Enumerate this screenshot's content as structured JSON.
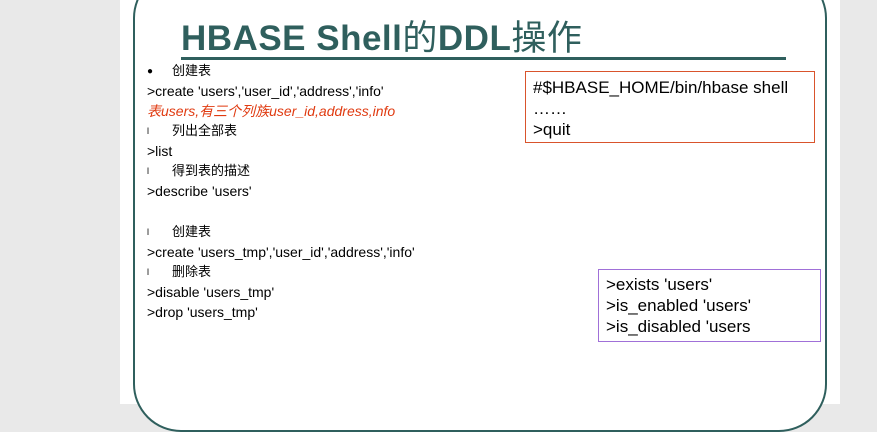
{
  "title": {
    "latin": "HBASE Shell",
    "cjk1": "的",
    "latin2": "DDL",
    "cjk2": "操作"
  },
  "lines": [
    {
      "type": "bullet-dot",
      "text": "创建表"
    },
    {
      "type": "code",
      "text": ">create 'users','user_id','address','info'"
    },
    {
      "type": "note",
      "text": "表users,有三个列族user_id,address,info"
    },
    {
      "type": "bullet",
      "text": "列出全部表"
    },
    {
      "type": "code",
      "text": ">list"
    },
    {
      "type": "bullet",
      "text": "得到表的描述"
    },
    {
      "type": "code",
      "text": ">describe 'users'"
    },
    {
      "type": "bullet",
      "text": "创建表"
    },
    {
      "type": "code",
      "text": ">create 'users_tmp','user_id','address','info'"
    },
    {
      "type": "bullet",
      "text": "删除表"
    },
    {
      "type": "code",
      "text": ">disable 'users_tmp'"
    },
    {
      "type": "code",
      "text": ">drop 'users_tmp'"
    }
  ],
  "bullet_markers": {
    "dot": "●",
    "square": "l"
  },
  "shell_box": [
    "#$HBASE_HOME/bin/hbase shell",
    "……",
    ">quit"
  ],
  "exists_box": [
    ">exists 'users'",
    ">is_enabled 'users'",
    ">is_disabled 'users"
  ],
  "colors": {
    "accent": "#2f5f5d",
    "note_red": "#e03a10",
    "shell_box_border": "#d9542c",
    "exists_box_border": "#a070d8"
  }
}
